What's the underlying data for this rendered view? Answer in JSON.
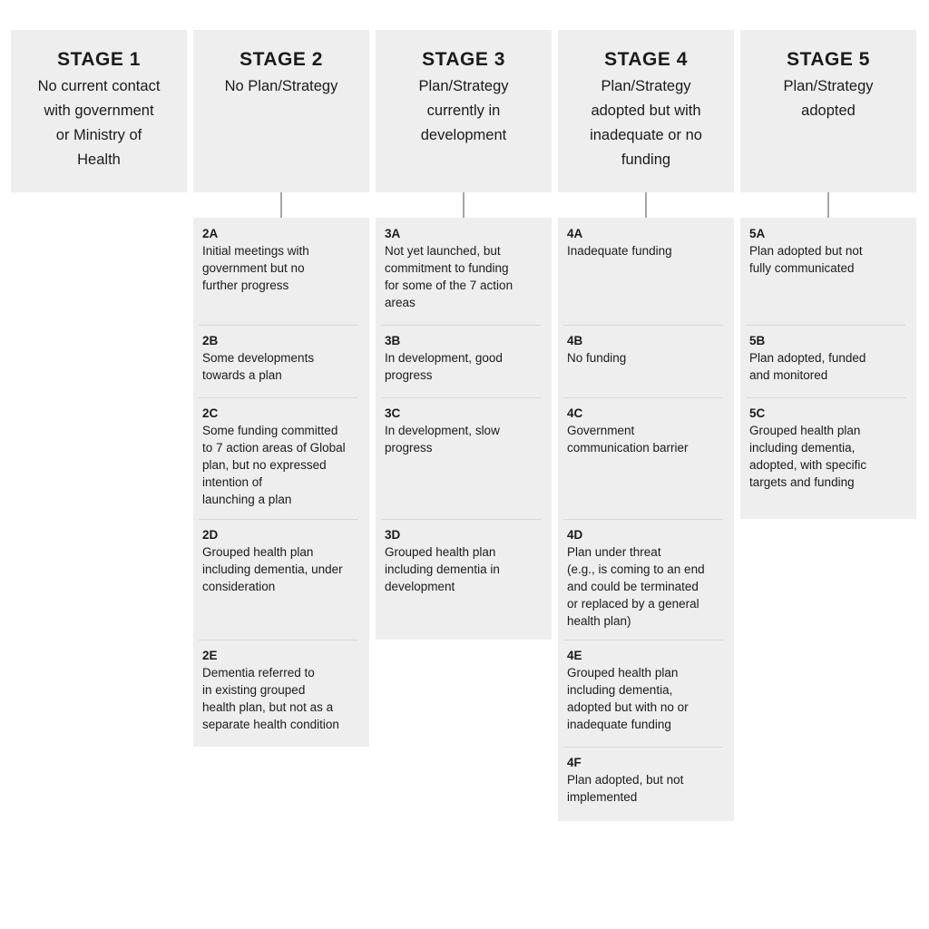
{
  "colors": {
    "page_background": "#ffffff",
    "box_background": "#eeeeee",
    "divider": "#d9d9d9",
    "connector_line": "#a6a6a6",
    "text": "#1b1b1b"
  },
  "stages": [
    {
      "title": "STAGE 1",
      "subtitle": "No current contact\nwith government\nor Ministry of\nHealth",
      "items": []
    },
    {
      "title": "STAGE 2",
      "subtitle": "No Plan/Strategy",
      "items": [
        {
          "label": "2A",
          "text": "Initial meetings with\ngovernment but no\nfurther progress"
        },
        {
          "label": "2B",
          "text": "Some developments\ntowards a plan"
        },
        {
          "label": "2C",
          "text": "Some funding committed\nto 7 action areas of Global\nplan, but no expressed\nintention of\nlaunching a plan"
        },
        {
          "label": "2D",
          "text": "Grouped health plan\nincluding dementia, under\nconsideration"
        },
        {
          "label": "2E",
          "text": "Dementia referred to\nin existing grouped\nhealth plan, but not as a\nseparate health condition"
        }
      ]
    },
    {
      "title": "STAGE 3",
      "subtitle": "Plan/Strategy\ncurrently in\ndevelopment",
      "items": [
        {
          "label": "3A",
          "text": "Not yet launched, but\ncommitment to funding\nfor some of the 7 action\nareas"
        },
        {
          "label": "3B",
          "text": "In development, good\nprogress"
        },
        {
          "label": "3C",
          "text": "In development, slow\nprogress"
        },
        {
          "label": "3D",
          "text": "Grouped health plan\nincluding dementia in\ndevelopment"
        }
      ]
    },
    {
      "title": "STAGE 4",
      "subtitle": "Plan/Strategy\nadopted but with\ninadequate or no\nfunding",
      "items": [
        {
          "label": "4A",
          "text": "Inadequate funding"
        },
        {
          "label": "4B",
          "text": "No funding"
        },
        {
          "label": "4C",
          "text": "Government\ncommunication barrier"
        },
        {
          "label": "4D",
          "text": "Plan under threat\n(e.g., is coming to an end\nand could be terminated\nor replaced by a general\nhealth plan)"
        },
        {
          "label": "4E",
          "text": "Grouped health plan\nincluding dementia,\nadopted but with no or\ninadequate funding"
        },
        {
          "label": "4F",
          "text": "Plan adopted, but not\nimplemented"
        }
      ]
    },
    {
      "title": "STAGE 5",
      "subtitle": "Plan/Strategy\nadopted",
      "items": [
        {
          "label": "5A",
          "text": "Plan adopted but not\nfully communicated"
        },
        {
          "label": "5B",
          "text": "Plan adopted, funded\nand monitored"
        },
        {
          "label": "5C",
          "text": "Grouped health plan\nincluding dementia,\nadopted, with specific\ntargets and funding"
        }
      ]
    }
  ]
}
